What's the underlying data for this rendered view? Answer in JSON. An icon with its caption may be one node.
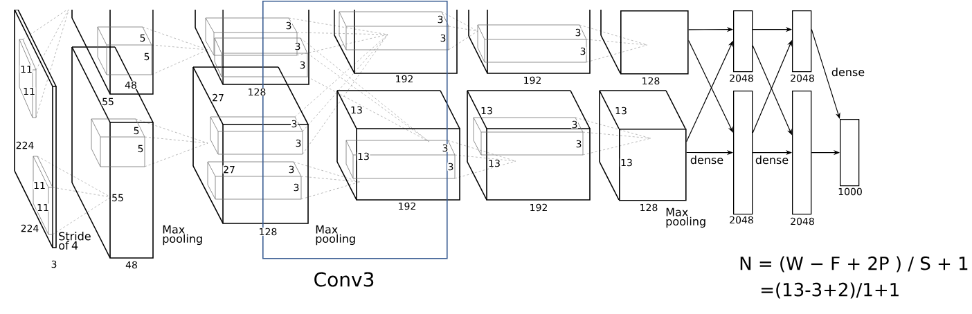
{
  "diagram": {
    "nodes": [
      {
        "text": [
          "Conv3"
        ]
      },
      {
        "text": [],
        "shape": "box",
        "beside": [
          "128"
        ]
      },
      {
        "text": [],
        "shape": "box",
        "beside": [
          "128"
        ]
      },
      {
        "text": [],
        "shape": "bar",
        "beside": [
          "2048"
        ]
      },
      {
        "text": [],
        "shape": "bar",
        "beside": [
          "2048"
        ]
      },
      {
        "text": [],
        "shape": "bar",
        "beside": [
          "2048"
        ]
      },
      {
        "text": [],
        "shape": "bar",
        "beside": [
          "2048"
        ]
      },
      {
        "text": [],
        "shape": "bar",
        "beside": [
          "1000"
        ]
      }
    ],
    "edges": [
      {
        "from": 1,
        "to": 3,
        "arrow": "to"
      },
      {
        "from": 1,
        "to": 4,
        "arrow": "to"
      },
      {
        "from": 2,
        "to": 3,
        "arrow": "to"
      },
      {
        "from": 2,
        "to": 4,
        "arrow": "to",
        "label": "dense"
      },
      {
        "from": 3,
        "to": 5,
        "arrow": "to"
      },
      {
        "from": 3,
        "to": 6,
        "arrow": "to"
      },
      {
        "from": 4,
        "to": 5,
        "arrow": "to"
      },
      {
        "from": 4,
        "to": 6,
        "arrow": "to",
        "label": "dense"
      },
      {
        "from": 5,
        "to": 7,
        "arrow": "to",
        "label": "dense"
      },
      {
        "from": 6,
        "to": 7,
        "arrow": "to"
      }
    ],
    "labels": [
      "11",
      "11",
      "224",
      "11",
      "11",
      "224",
      "Stride of 4",
      "3",
      "5",
      "5",
      "48",
      "55",
      "5",
      "5",
      "55",
      "48",
      "Max pooling",
      "3",
      "3",
      "3",
      "128",
      "27",
      "3",
      "3",
      "27",
      "3",
      "3",
      "128",
      "Max pooling",
      "3",
      "3",
      "192",
      "13",
      "13",
      "3",
      "3",
      "192",
      "3",
      "3",
      "192",
      "13",
      "3",
      "3",
      "13",
      "192",
      "13",
      "13",
      "Max pooling",
      "N = (W − F + 2P ) / S + 1",
      "=(13-3+2)/1+1"
    ]
  }
}
